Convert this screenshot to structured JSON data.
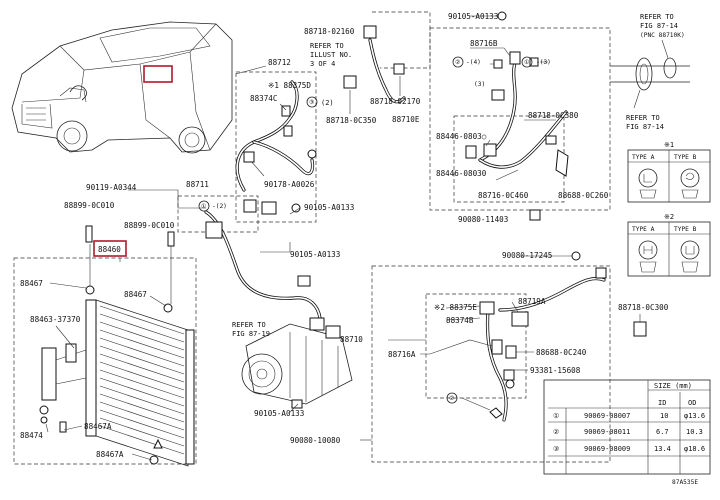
{
  "callouts": {
    "p90105_a0133_top": "90105-A0133",
    "p88718_02160": "88718-02160",
    "refer_top_right": "REFER TO",
    "fig_87_14_top": "FIG 87-14",
    "pnc_88710k": "(PNC 88710K)",
    "refer_illust": "REFER TO",
    "illust_no": "ILLUST NO.",
    "of_4": "3 OF 4",
    "p88712": "88712",
    "star1_88375d": "※1 88375D",
    "p88374c": "88374C",
    "circ3_a": "③",
    "circ2_a": "(2)",
    "p88716b": "88716B",
    "circ2_b": "②",
    "circ2_b_tag": "-(4)",
    "circ1_b": "①",
    "circ1_b_tag": "-(3)",
    "circ1_c": "(3)",
    "p88718_0c350": "88718-0C350",
    "p88718_02170": "88718-02170",
    "p88710e": "88710E",
    "p88718_0c380": "88718-0C380",
    "refer_mid_right": "REFER TO",
    "fig_87_14_mid": "FIG 87-14",
    "p88446_0803": "88446-0803○",
    "p88446_08030": "88446-08030",
    "p90119_a0344": "90119-A0344",
    "p88711": "88711",
    "p90178_a0026": "90178-A0026",
    "p88716_0c460": "88716-0C460",
    "p88688_0c260": "88688-0C260",
    "p88899_0c010_a": "88899-0C010",
    "p88899_0c010_b": "88899-0C010",
    "circ1_d": "①",
    "circ1_d_tag": "-(2)",
    "p90105_a0133_mid": "90105-A0133",
    "p90080_11403": "90080-11403",
    "p88460": "88460",
    "p90105_a0133_low": "90105-A0133",
    "p90080_17245": "90080-17245",
    "p88467_a": "88467",
    "p88467_b": "88467",
    "p88463_37370": "88463-37370",
    "star2_88375e": "※2 88375E",
    "p88719a": "88719A",
    "p88718_0c300": "88718-0C300",
    "p88374b": "88374B",
    "refer_low": "REFER TO",
    "fig_87_19": "FIG 87-19",
    "p88710": "88710",
    "p88716a": "88716A",
    "p88688_0c240": "88688-0C240",
    "p93381_15608": "93381-15608",
    "circ2_c": "②",
    "p88474": "88474",
    "p88467a_a": "88467A",
    "p90105_a0133_bot": "90105-A0133",
    "p90080_10080": "90080-10080",
    "p88467a_b": "88467A",
    "ref_code": "87A535E"
  },
  "type_legend_1": {
    "heading": "※1",
    "type_a": "TYPE A",
    "type_b": "TYPE B"
  },
  "type_legend_2": {
    "heading": "※2",
    "type_a": "TYPE A",
    "type_b": "TYPE B"
  },
  "size_table": {
    "title": "SIZE (mm)",
    "col_id": "ID",
    "col_od": "OD",
    "rows": [
      {
        "num": "①",
        "part": "90069-08007",
        "id": "10",
        "od": "φ13.6"
      },
      {
        "num": "②",
        "part": "90069-08011",
        "id": "6.7",
        "od": "10.3"
      },
      {
        "num": "③",
        "part": "90069-08009",
        "id": "13.4",
        "od": "φ18.6"
      }
    ]
  }
}
